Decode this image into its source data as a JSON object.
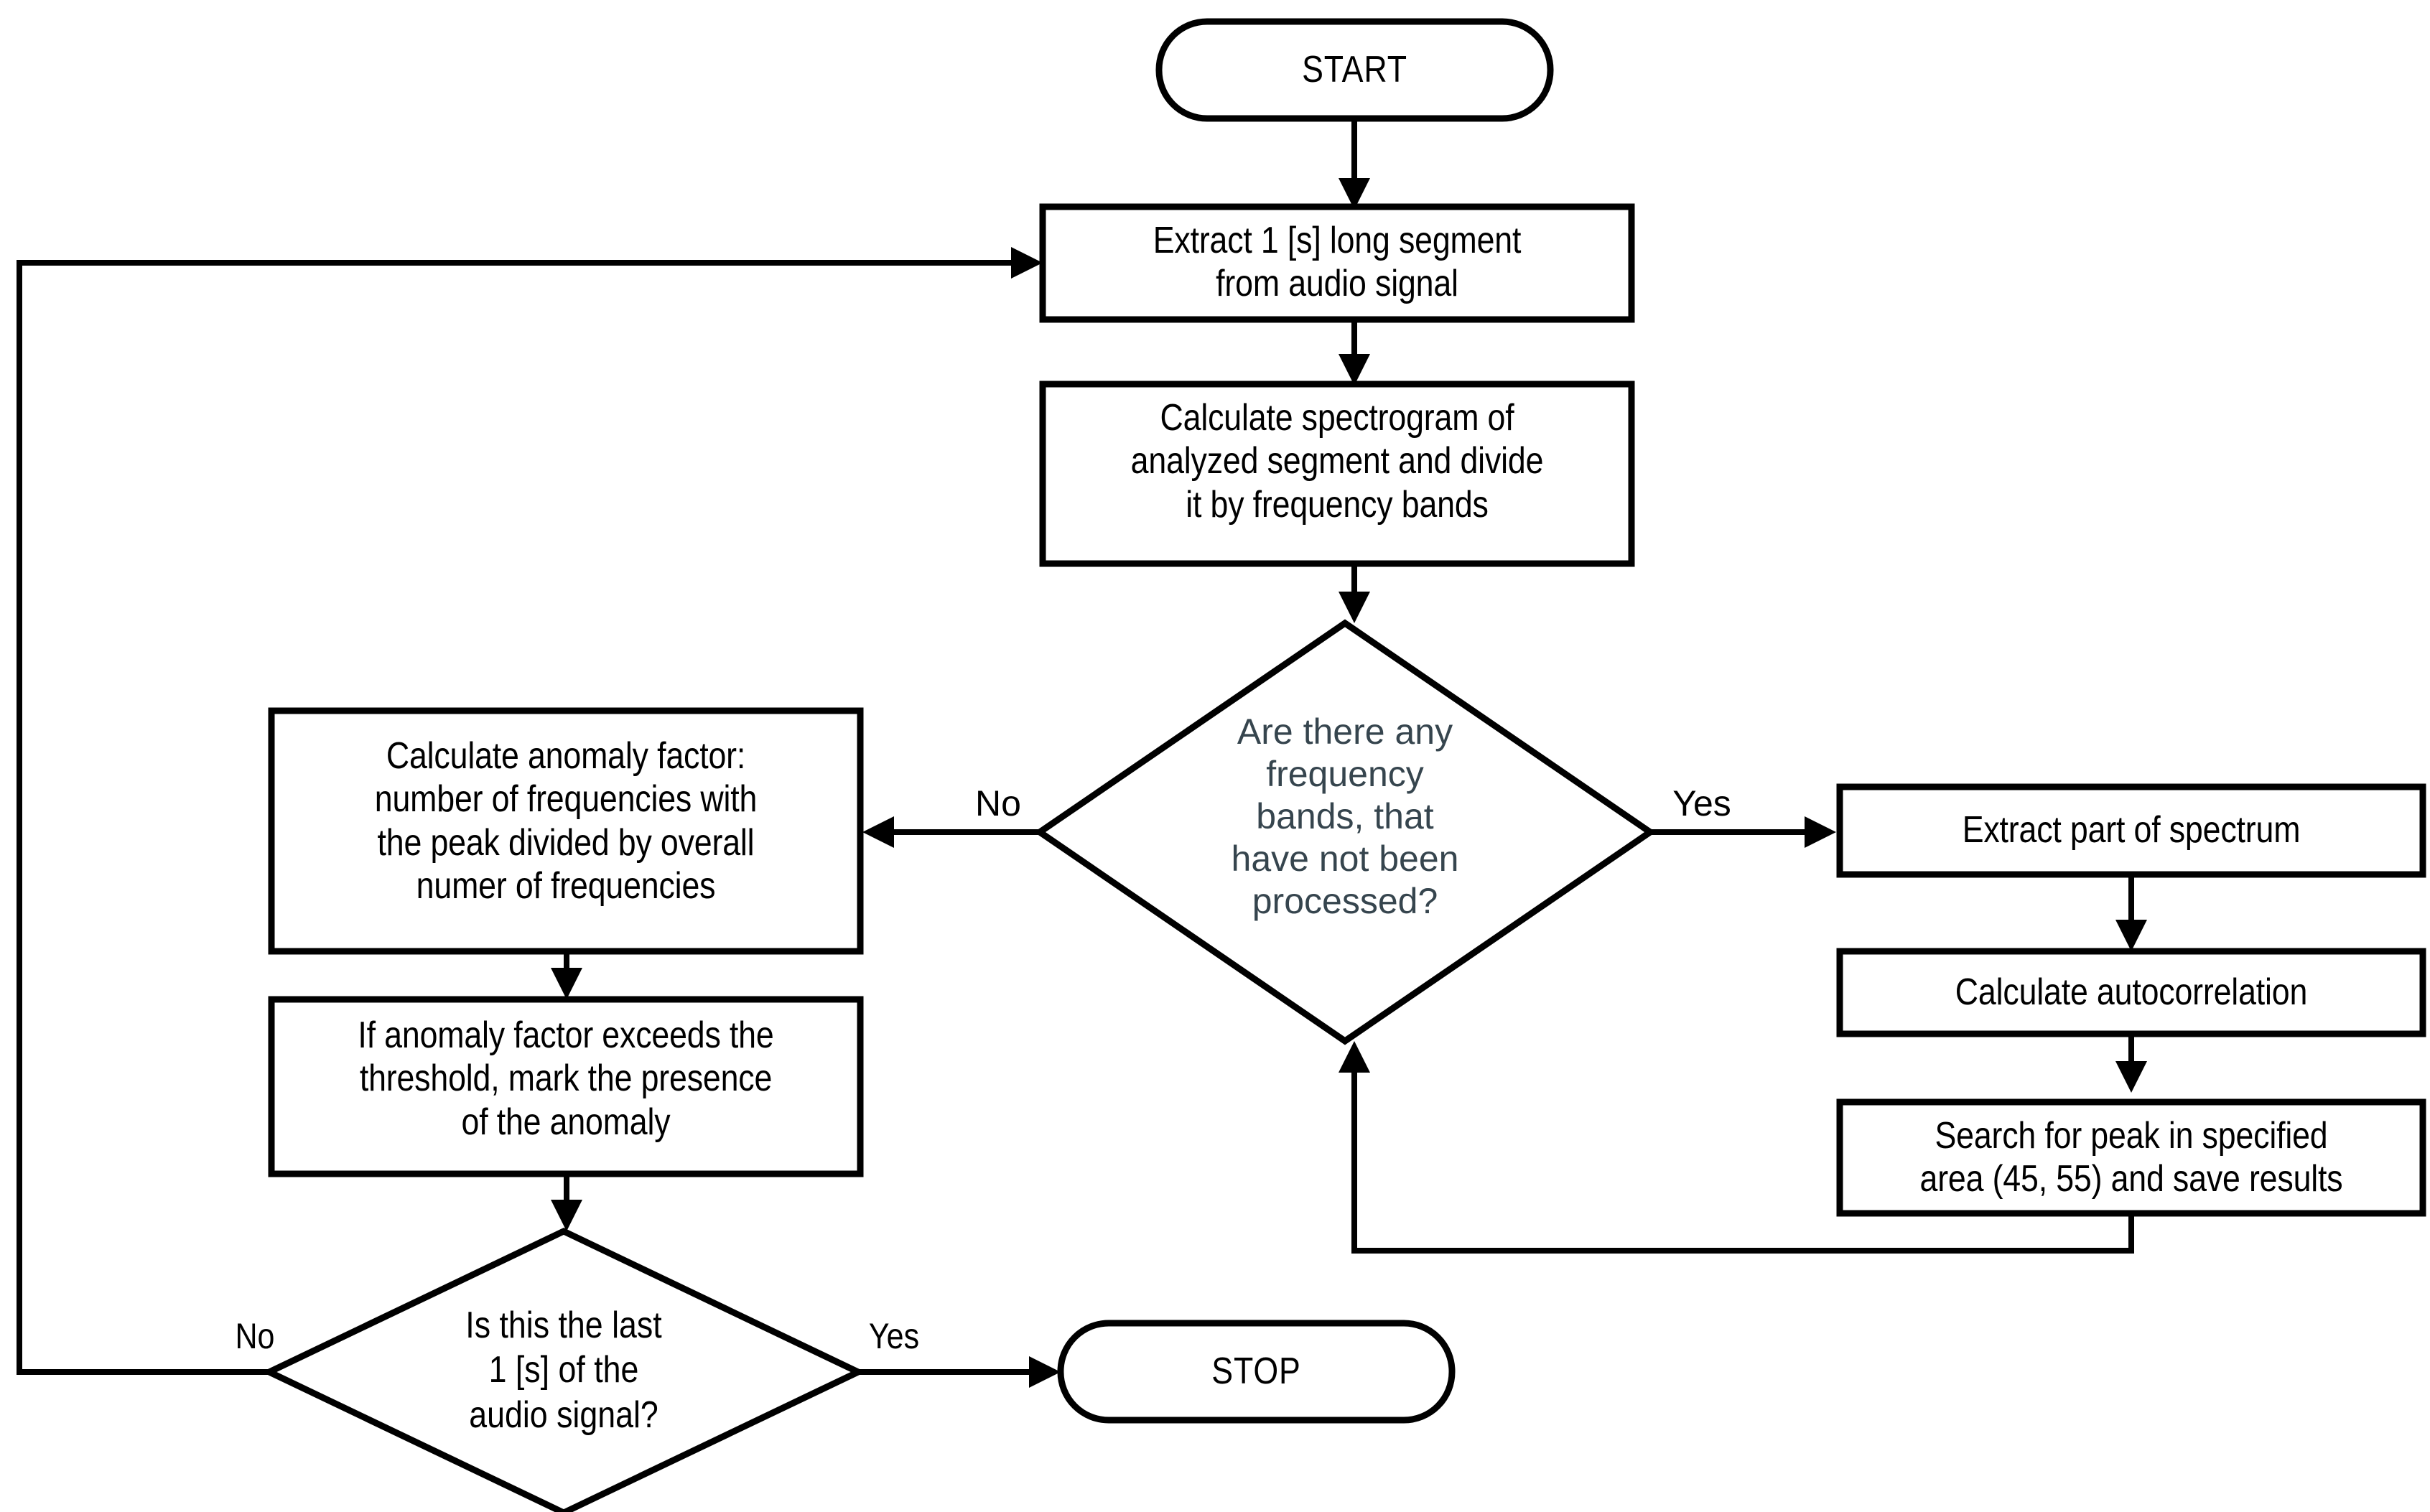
{
  "diagram": {
    "type": "flowchart",
    "title": "Audio anomaly detection flowchart",
    "background_color": "#ffffff",
    "line_color": "#000000",
    "decision_text_color": "#36454e",
    "default_text_color": "#000000",
    "nodes": {
      "start": {
        "shape": "terminator",
        "label": "START"
      },
      "extract_segment": {
        "shape": "process",
        "label": "Extract 1 [s] long segment\nfrom audio signal"
      },
      "calc_spectrogram": {
        "shape": "process",
        "label": "Calculate spectrogram of\nanalyzed segment and divide\nit by frequency bands"
      },
      "bands_decision": {
        "shape": "decision",
        "label": "Are there any\nfrequency\nbands, that\nhave not been\nprocessed?"
      },
      "extract_spectrum": {
        "shape": "process",
        "label": "Extract part of spectrum"
      },
      "calc_autocorrelation": {
        "shape": "process",
        "label": "Calculate autocorrelation"
      },
      "search_peak": {
        "shape": "process",
        "label": "Search for peak in specified\narea (45, 55) and save results"
      },
      "calc_anomaly_factor": {
        "shape": "process",
        "label": "Calculate anomaly factor:\nnumber of frequencies with\nthe peak divided by overall\nnumer of frequencies"
      },
      "mark_anomaly": {
        "shape": "process",
        "label": "If anomaly factor exceeds the\nthreshold, mark the presence\nof the anomaly"
      },
      "last_segment_decision": {
        "shape": "decision",
        "label": "Is this the last\n1 [s] of the\naudio signal?"
      },
      "stop": {
        "shape": "terminator",
        "label": "STOP"
      }
    },
    "edge_labels": {
      "bands_no": "No",
      "bands_yes": "Yes",
      "last_no": "No",
      "last_yes": "Yes"
    },
    "edges": [
      {
        "from": "start",
        "to": "extract_segment",
        "label": ""
      },
      {
        "from": "extract_segment",
        "to": "calc_spectrogram",
        "label": ""
      },
      {
        "from": "calc_spectrogram",
        "to": "bands_decision",
        "label": ""
      },
      {
        "from": "bands_decision",
        "to": "extract_spectrum",
        "label": "Yes"
      },
      {
        "from": "extract_spectrum",
        "to": "calc_autocorrelation",
        "label": ""
      },
      {
        "from": "calc_autocorrelation",
        "to": "search_peak",
        "label": ""
      },
      {
        "from": "search_peak",
        "to": "bands_decision",
        "label": ""
      },
      {
        "from": "bands_decision",
        "to": "calc_anomaly_factor",
        "label": "No"
      },
      {
        "from": "calc_anomaly_factor",
        "to": "mark_anomaly",
        "label": ""
      },
      {
        "from": "mark_anomaly",
        "to": "last_segment_decision",
        "label": ""
      },
      {
        "from": "last_segment_decision",
        "to": "stop",
        "label": "Yes"
      },
      {
        "from": "last_segment_decision",
        "to": "extract_segment",
        "label": "No"
      }
    ]
  }
}
